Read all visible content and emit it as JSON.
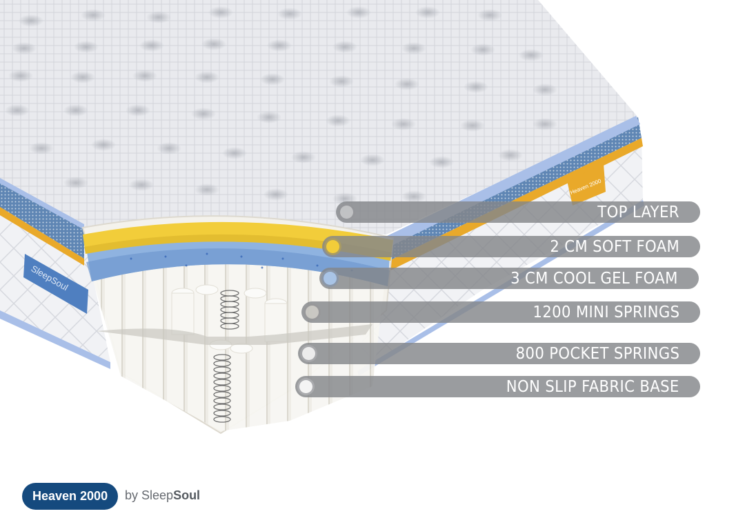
{
  "product": {
    "name": "Heaven 2000",
    "by_prefix": "by Sleep",
    "brand_suffix": "Soul",
    "mattress_tag_label": "Heaven 2000",
    "side_label_brand": "SleepSoul"
  },
  "layers": [
    {
      "label": "TOP LAYER",
      "dot_color": "#e6e6e6"
    },
    {
      "label": "2 CM SOFT FOAM",
      "dot_color": "#f2cd3a"
    },
    {
      "label": "3 CM COOL GEL FOAM",
      "dot_color": "#a9c4e6"
    },
    {
      "label": "1200 MINI SPRINGS",
      "dot_color": "#dedbd3"
    },
    {
      "label": "800 POCKET SPRINGS",
      "dot_color": "#ececec"
    },
    {
      "label": "NON SLIP FABRIC BASE",
      "dot_color": "#f4f4f4"
    }
  ],
  "colors": {
    "badge_bg": "#154a7e",
    "bar_bg": "#84868a",
    "foam_yellow": "#f2cd3a",
    "gel_blue": "#8fb3e0",
    "border_blue": "#a9bfe8",
    "piping_orange": "#e9a92a"
  }
}
